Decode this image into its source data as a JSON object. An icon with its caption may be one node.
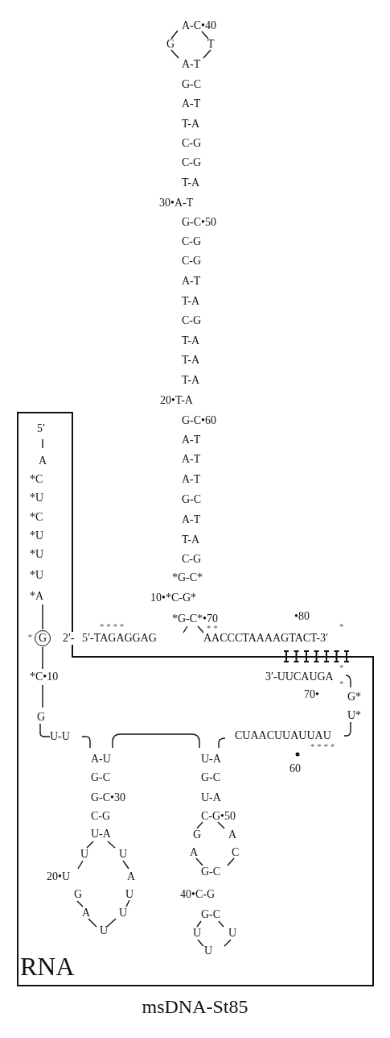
{
  "diagram": {
    "caption": "msDNA-St85",
    "nodes": [
      {
        "text": [
          "RNA"
        ]
      },
      {
        "text": [
          "G"
        ],
        "in": 0,
        "beside": [
          "*"
        ]
      }
    ],
    "labels": [
      "A-C•40",
      "G",
      "T",
      "A-T",
      "G-C",
      "A-T",
      "T-A",
      "C-G",
      "C-G",
      "T-A",
      "30•A-T",
      "G-C•50",
      "C-G",
      "C-G",
      "A-T",
      "T-A",
      "C-G",
      "T-A",
      "T-A",
      "T-A",
      "20•T-A",
      "G-C•60",
      "A-T",
      "A-T",
      "A-T",
      "G-C",
      "A-T",
      "T-A",
      "C-G",
      "*G-C*",
      "10•*C-G*",
      "*G-C*•70",
      "5′",
      "A",
      "*C",
      "*U",
      "*C",
      "*U",
      "*U",
      "*U",
      "*A",
      "•80",
      "* * * *",
      "* *",
      "*",
      "2′-",
      "5′-TAGAGGAG",
      "AACCCTAAAAGTACT-3′",
      "*",
      "*C•10",
      "3′-UUCAUGA",
      "*",
      "70•",
      "G*",
      "G",
      "U*",
      "U-U",
      "CUAACUUAUUAU",
      "* * * *",
      "60",
      "A-U",
      "U-A",
      "G-C",
      "G-C",
      "G-C•30",
      "U-A",
      "C-G",
      "C-G•50",
      "U-A",
      "G",
      "A",
      "U",
      "U",
      "A",
      "C",
      "20•U",
      "A",
      "G-C",
      "G",
      "U",
      "40•C-G",
      "A",
      "U",
      "G-C",
      "U",
      "U",
      "U",
      "U"
    ]
  }
}
